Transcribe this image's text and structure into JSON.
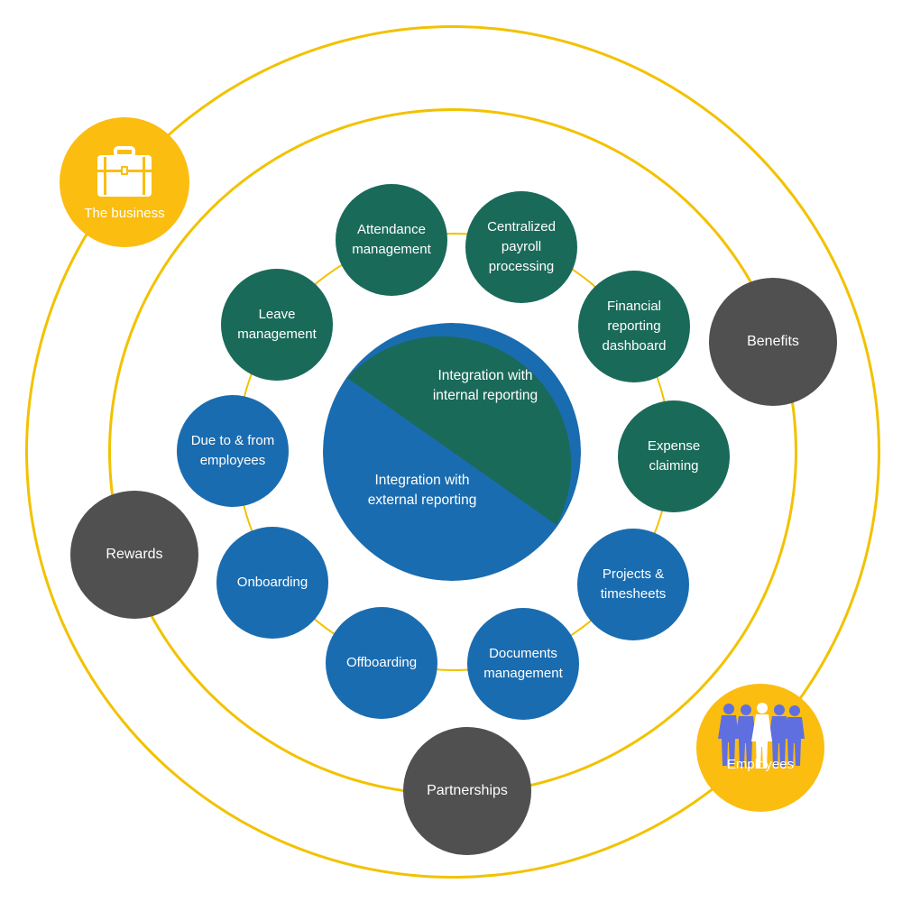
{
  "core": {
    "internal": "Integration with\ninternal reporting",
    "external": "Integration with\nexternal reporting"
  },
  "green_nodes": {
    "attendance": "Attendance\nmanagement",
    "payroll": "Centralized\npayroll\nprocessing",
    "financial": "Financial\nreporting\ndashboard",
    "expense": "Expense\nclaiming",
    "leave": "Leave\nmanagement"
  },
  "blue_nodes": {
    "due": "Due to & from\nemployees",
    "onboarding": "Onboarding",
    "offboarding": "Offboarding",
    "documents": "Documents\nmanagement",
    "projects": "Projects &\ntimesheets"
  },
  "gray_nodes": {
    "benefits": "Benefits",
    "rewards": "Rewards",
    "partnerships": "Partnerships"
  },
  "gold_nodes": {
    "business": "The business",
    "employees": "Employees"
  },
  "colors": {
    "ring": "#f2c200",
    "green": "#1a6a5a",
    "blue": "#1a6cb0",
    "gray": "#505050",
    "gold": "#fbbd10",
    "silhouette_blue": "#5f6fe0"
  },
  "icons": {
    "business": "briefcase-icon",
    "employees": "people-silhouettes-icon"
  }
}
